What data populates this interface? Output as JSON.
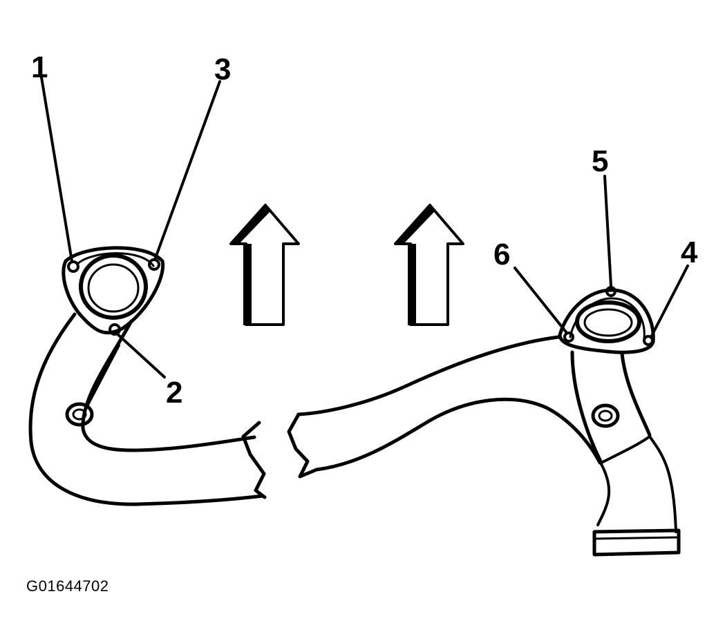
{
  "figure_id": "G01644702",
  "callouts": {
    "c1": "1",
    "c2": "2",
    "c3": "3",
    "c4": "4",
    "c5": "5",
    "c6": "6"
  },
  "colors": {
    "ink": "#000000",
    "background": "#ffffff"
  }
}
